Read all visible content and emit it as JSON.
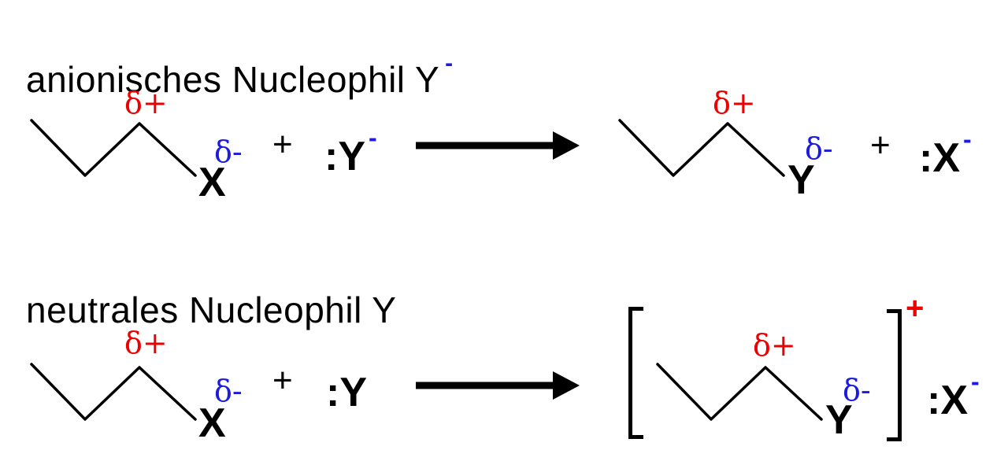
{
  "figure": {
    "type": "substitution-reaction-scheme"
  },
  "colors": {
    "red": "#ee0000",
    "blue": "#1c1ce0",
    "black": "#000000",
    "bg": "#ffffff"
  },
  "sections": [
    {
      "heading": {
        "text": "anionisches Nucleophil Y",
        "sup": "-"
      },
      "reactant": {
        "delta_plus": "δ+",
        "delta_minus": "δ-",
        "atom": "X"
      },
      "plus_left": "+",
      "nucleophile": {
        "text": ":Y",
        "sup": "-"
      },
      "product": {
        "delta_plus": "δ+",
        "delta_minus": "δ-",
        "atom": "Y"
      },
      "plus_right": "+",
      "leaving_group": {
        "text": ":X",
        "sup": "-"
      }
    },
    {
      "heading": {
        "text": "neutrales Nucleophil Y",
        "sup": ""
      },
      "reactant": {
        "delta_plus": "δ+",
        "delta_minus": "δ-",
        "atom": "X"
      },
      "plus_left": "+",
      "nucleophile": {
        "text": ":Y",
        "sup": ""
      },
      "product": {
        "delta_plus": "δ+",
        "delta_minus": "δ-",
        "atom": "Y"
      },
      "bracket_charge": "+",
      "leaving_group": {
        "text": ":X",
        "sup": "-"
      }
    }
  ]
}
